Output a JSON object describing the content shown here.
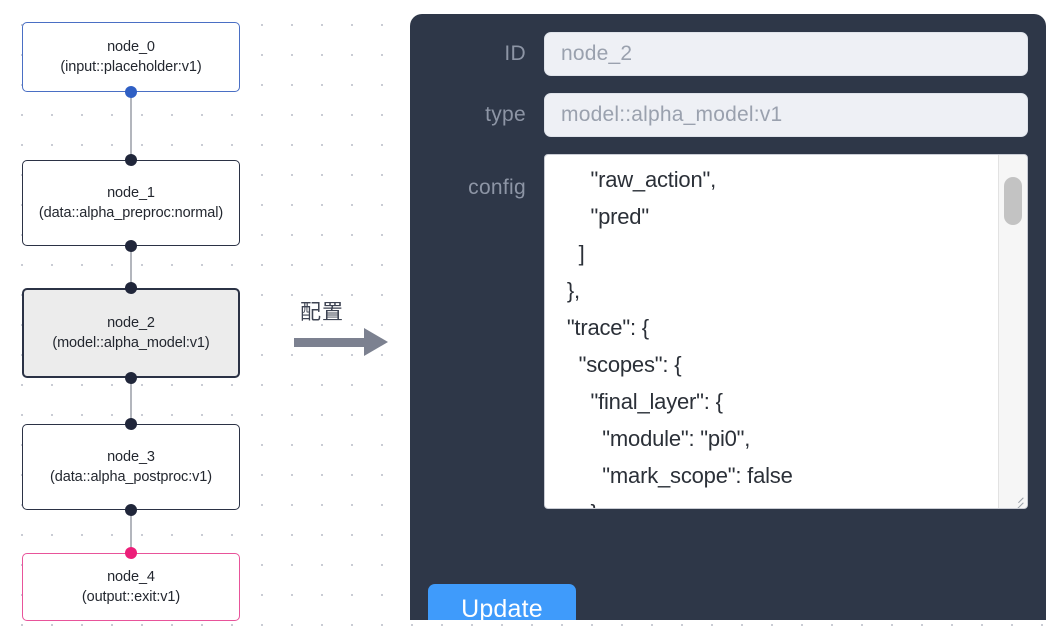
{
  "graph": {
    "nodes": [
      {
        "id": "node_0",
        "type_line": "(input::placeholder:v1)",
        "state": "start"
      },
      {
        "id": "node_1",
        "type_line": "(data::alpha_preproc:normal)",
        "state": "default"
      },
      {
        "id": "node_2",
        "type_line": "(model::alpha_model:v1)",
        "state": "selected"
      },
      {
        "id": "node_3",
        "type_line": "(data::alpha_postproc:v1)",
        "state": "default"
      },
      {
        "id": "node_4",
        "type_line": "(output::exit:v1)",
        "state": "end"
      }
    ]
  },
  "arrow": {
    "label": "配置",
    "icon": "right-arrow-icon"
  },
  "panel": {
    "fields": {
      "id": {
        "label": "ID",
        "value": "node_2"
      },
      "type": {
        "label": "type",
        "value": "model::alpha_model:v1"
      },
      "config": {
        "label": "config"
      }
    },
    "config_text": "      \"raw_action\",\n      \"pred\"\n    ]\n  },\n  \"trace\": {\n    \"scopes\": {\n      \"final_layer\": {\n        \"module\": \"pi0\",\n        \"mark_scope\": false\n      },\n      \"action_model\": {",
    "update_label": "Update"
  },
  "colors": {
    "panel_bg": "#2e3748",
    "accent_button": "#3f9bfb",
    "node_start_border": "#4a6fc4",
    "node_end_border": "#e8539a",
    "node_default_border": "#2b3245",
    "node_selected_bg": "#ececec",
    "edge": "#b3b6bd",
    "port": "#20263a",
    "port_start": "#2f5fc4",
    "port_end": "#ec1e79",
    "field_bg": "#eef0f5",
    "field_text": "#9aa1ae",
    "label_text": "#8d95a5"
  }
}
